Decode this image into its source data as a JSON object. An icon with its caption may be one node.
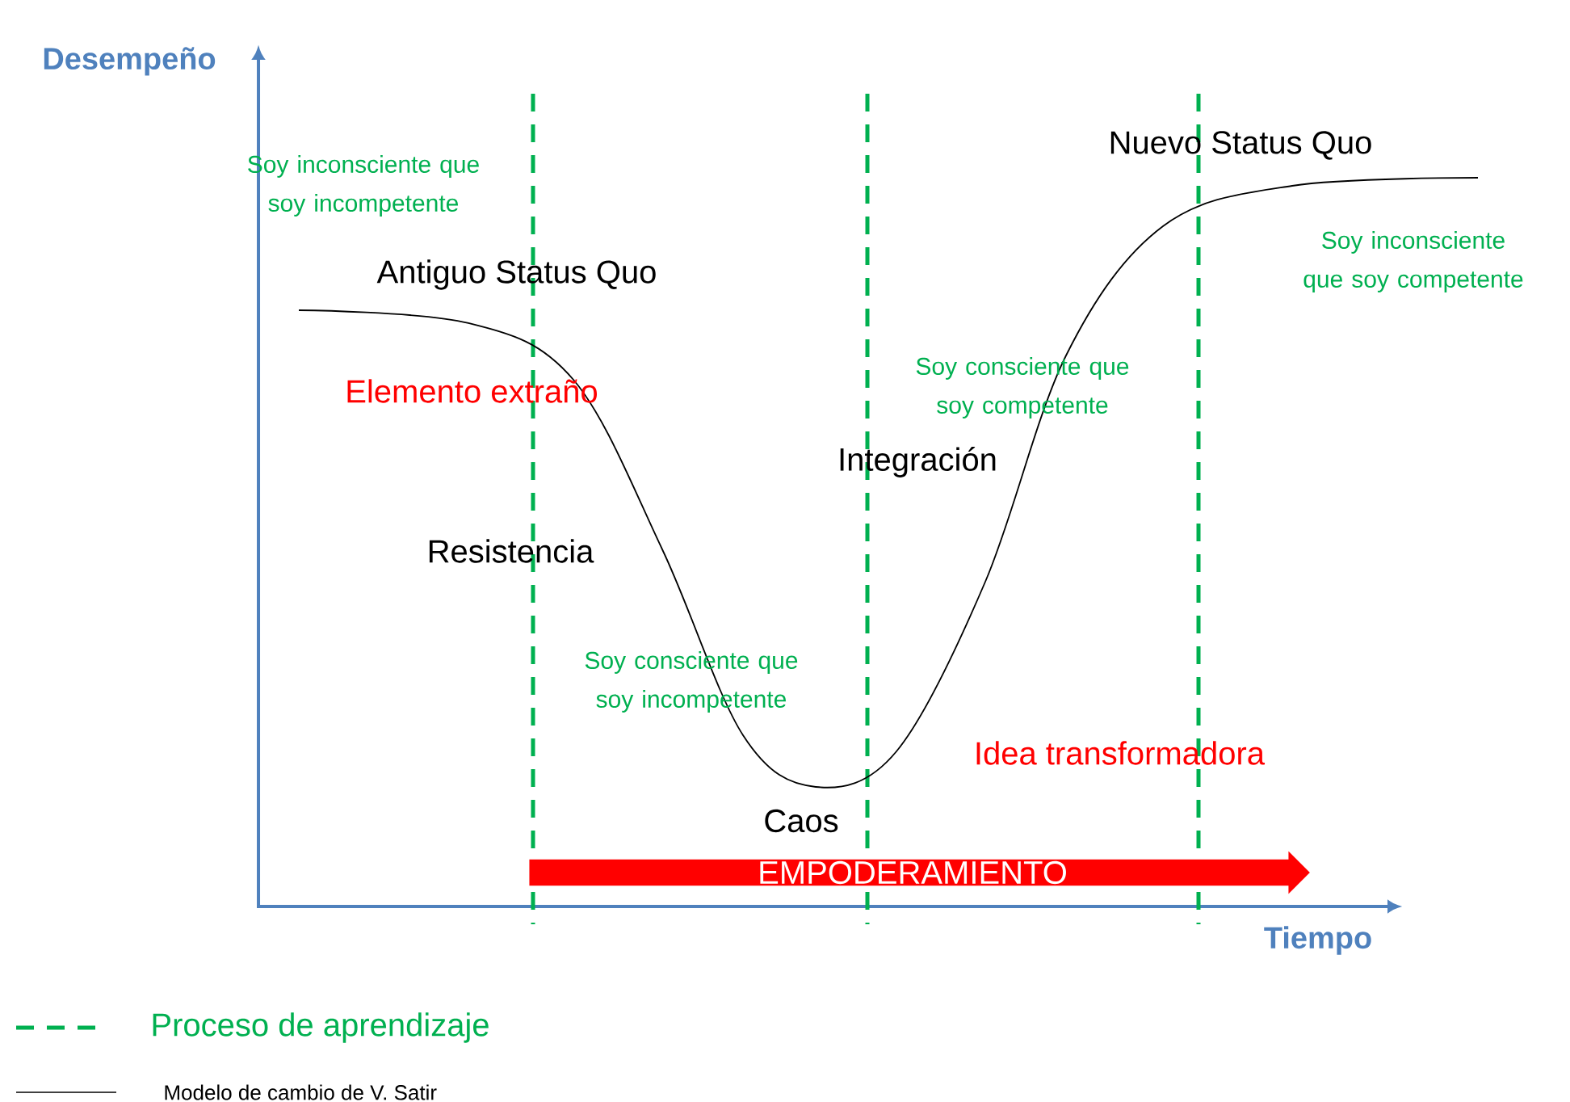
{
  "diagram": {
    "nodes": [
      {
        "text": [
          "EMPODERAMIENTO"
        ]
      }
    ],
    "labels": [
      "Desempeño",
      "Soy inconsciente que soy incompetente",
      "Nuevo Status Quo",
      "Antiguo Status Quo",
      "Soy inconsciente que soy competente",
      "Soy consciente que soy competente",
      "Elemento extraño",
      "Integración",
      "Resistencia",
      "Soy consciente que soy incompetente",
      "Idea transformadora",
      "Caos",
      "Tiempo"
    ],
    "legend": [
      {
        "text": "Proceso de aprendizaje"
      },
      {
        "text": "Modelo  de cambio de  V. Satir"
      }
    ]
  }
}
